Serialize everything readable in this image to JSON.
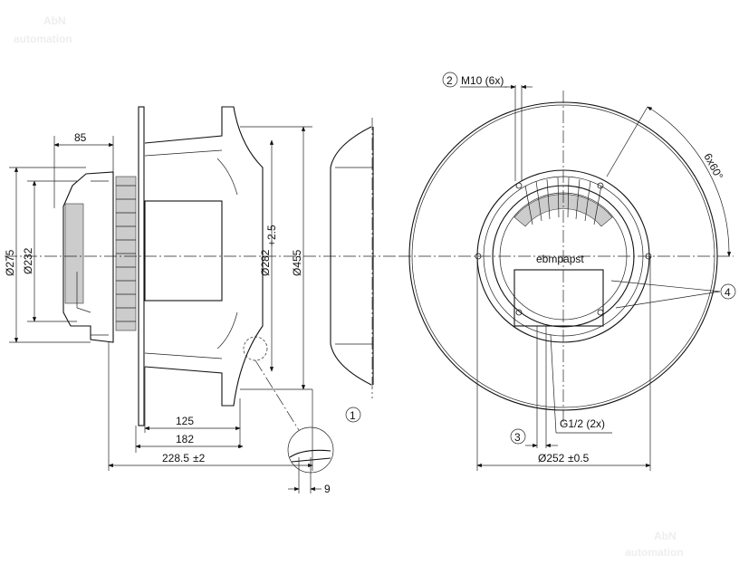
{
  "watermark": {
    "line1": "AbN",
    "line2": "automation"
  },
  "side_view": {
    "dim_85": "85",
    "dim_275": "Ø275",
    "dim_232": "Ø232",
    "dim_282": "Ø282",
    "dim_282_tol": "+2.5",
    "dim_455": "Ø455",
    "dim_125": "125",
    "dim_182": "182",
    "dim_228": "228.5",
    "dim_228_tol": "±2",
    "dim_9": "9",
    "callout_1": "1"
  },
  "front_view": {
    "callout_2": "2",
    "m10_label": "M10 (6x)",
    "angle_label": "6x60°",
    "brand": "ebmpapst",
    "callout_4": "4",
    "g12_label": "G1/2 (2x)",
    "callout_3": "3",
    "dim_252": "Ø252",
    "dim_252_tol": "±0.5"
  }
}
